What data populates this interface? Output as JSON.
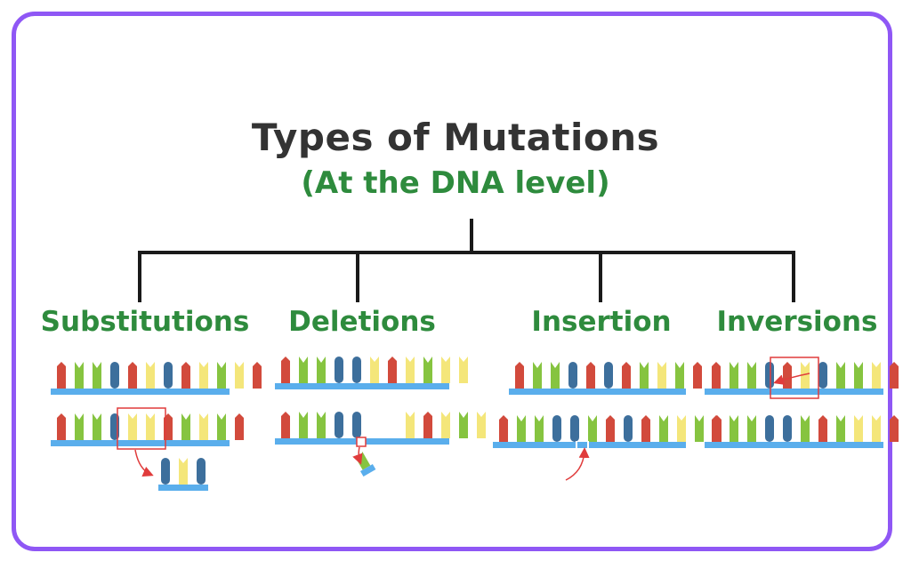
{
  "diagram": {
    "title": "Types of Mutations",
    "subtitle": "(At the DNA level)",
    "categories": [
      {
        "id": "substitutions",
        "label": "Substitutions"
      },
      {
        "id": "deletions",
        "label": "Deletions"
      },
      {
        "id": "insertion",
        "label": "Insertion"
      },
      {
        "id": "inversions",
        "label": "Inversions"
      }
    ]
  },
  "colors": {
    "frame": "#8f57f5",
    "title": "#333333",
    "accent_green": "#2e8b3d",
    "backbone": "#5aaeec",
    "base_red": "#d24a3c",
    "base_green": "#86c440",
    "base_blue": "#3d6f9c",
    "base_yellow": "#f4e67a",
    "highlight": "#e03c3c"
  }
}
